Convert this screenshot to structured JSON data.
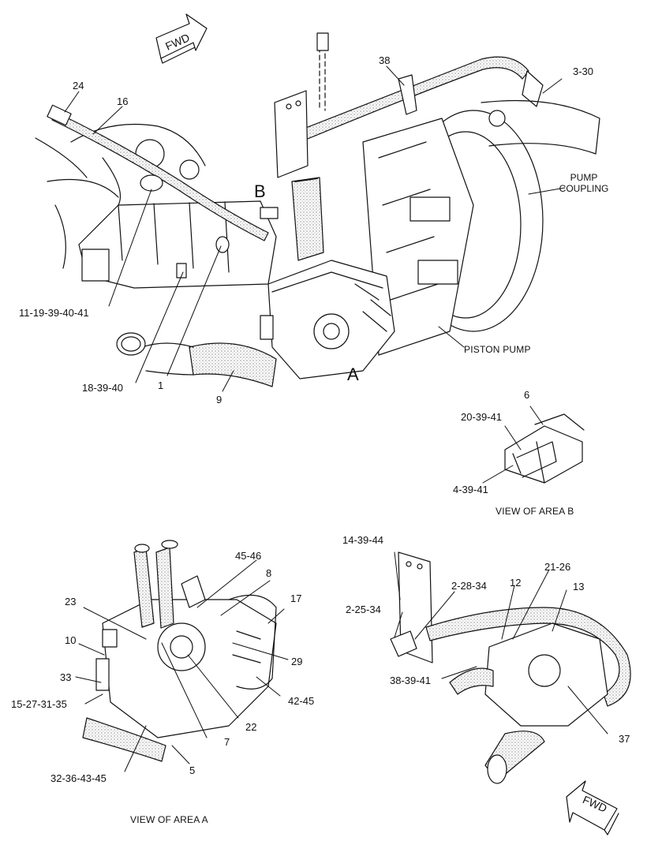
{
  "fwd_arrows": {
    "top": "FWD",
    "bottom": "FWD"
  },
  "area_letters": {
    "a": "A",
    "b": "B"
  },
  "callouts": {
    "c24": "24",
    "c16": "16",
    "c38": "38",
    "c3_30": "3-30",
    "c11_19_39_40_41": "11-19-39-40-41",
    "c18_39_40": "18-39-40",
    "c1": "1",
    "c9": "9",
    "c6": "6",
    "c20_39_41": "20-39-41",
    "c4_39_41": "4-39-41",
    "c45_46": "45-46",
    "c8": "8",
    "c17": "17",
    "c23": "23",
    "c10": "10",
    "c33": "33",
    "c15_27_31_35": "15-27-31-35",
    "c32_36_43_45": "32-36-43-45",
    "c5": "5",
    "c7": "7",
    "c22": "22",
    "c29": "29",
    "c42_45": "42-45",
    "c14_39_44": "14-39-44",
    "c2_28_34": "2-28-34",
    "c12": "12",
    "c21_26": "21-26",
    "c13": "13",
    "c2_25_34": "2-25-34",
    "c38_39_41": "38-39-41",
    "c37": "37"
  },
  "component_labels": {
    "pump_coupling_line1": "PUMP",
    "pump_coupling_line2": "COUPLING",
    "piston_pump": "PISTON PUMP"
  },
  "view_captions": {
    "area_b": "VIEW OF AREA B",
    "area_a": "VIEW OF AREA A"
  }
}
